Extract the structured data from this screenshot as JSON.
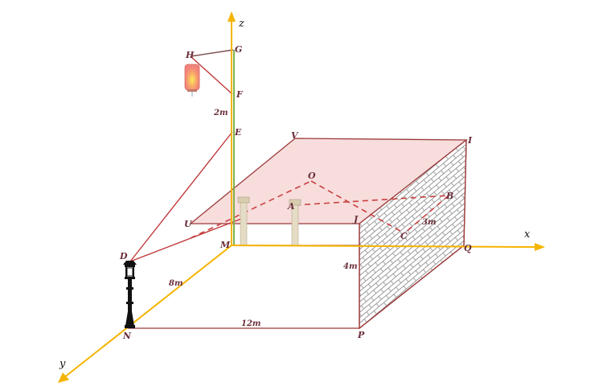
{
  "colors": {
    "axis": "#f5b400",
    "edge": "#9b3a3a",
    "roof_fill": "#f6d4d4",
    "dashed": "#c8403e",
    "pole_green": "#7fb24a",
    "label": "#6b2f3a",
    "lantern": "#f2837a",
    "lantern_glow": "#ffd84a",
    "lamp_post": "#111111"
  },
  "axes": {
    "x": {
      "label": "x"
    },
    "y": {
      "label": "y"
    },
    "z": {
      "label": "z"
    }
  },
  "points": {
    "G": "G",
    "H": "H",
    "F": "F",
    "E": "E",
    "V": "V",
    "I": "I",
    "O": "O",
    "B": "B",
    "A": "A",
    "U": "U",
    "J": "J",
    "C": "C",
    "M": "M",
    "Q": "Q",
    "D": "D",
    "N": "N",
    "P": "P"
  },
  "dimensions": {
    "FE": "2m",
    "MN": "8m",
    "NP": "12m",
    "JP": "4m",
    "BC": "3m"
  },
  "objects": {
    "lantern": "hanging-lantern",
    "street_lamp": "street-lamp-post",
    "pillars": [
      "pillar-M",
      "pillar-A"
    ],
    "brick_wall": "brick-wall-face"
  }
}
